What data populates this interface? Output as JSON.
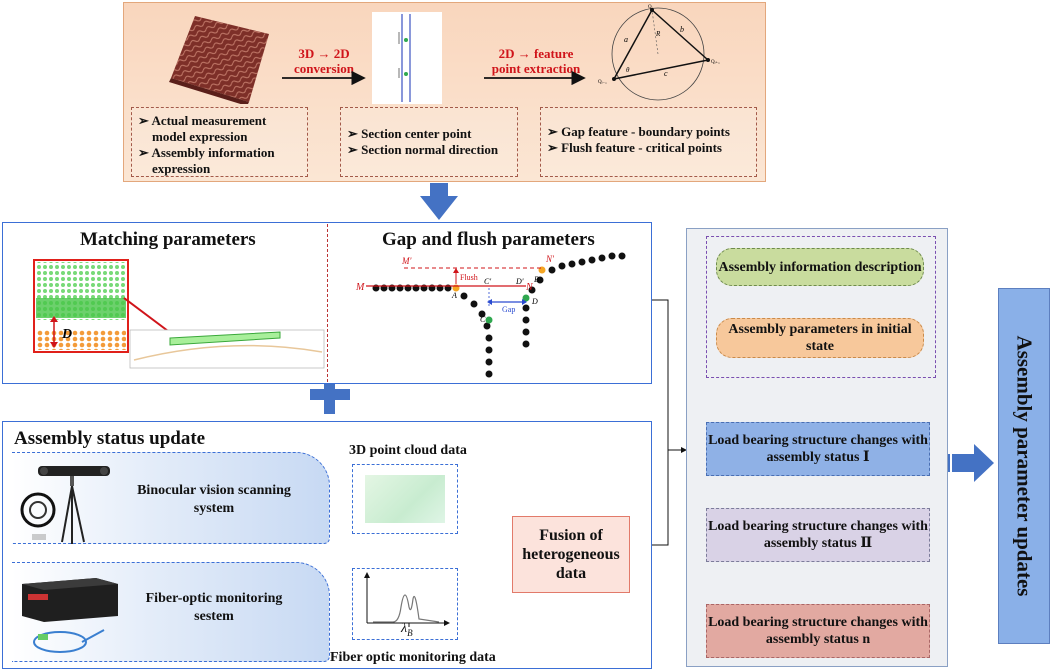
{
  "top": {
    "conv1": "3D → 2D conversion",
    "conv2": "2D → feature point extraction",
    "box1": [
      "Actual measurement model expression",
      "Assembly information expression"
    ],
    "box2": [
      "Section center point",
      "Section normal direction"
    ],
    "box3": [
      "Gap feature  - boundary points",
      "Flush feature - critical points"
    ],
    "triangle_labels": {
      "a": "a",
      "b": "b",
      "c": "c",
      "R": "R",
      "theta": "θ",
      "Qi": "Qᵢ",
      "Qip1": "Qᵢ₊₁",
      "Qim1": "Qᵢ₋₁"
    }
  },
  "matching": {
    "title": "Matching parameters",
    "D_label": "D"
  },
  "gapflush": {
    "title": "Gap and flush parameters",
    "labels": {
      "M_prime": "M'",
      "N_prime": "N'",
      "M": "M",
      "N": "N",
      "A": "A",
      "B": "B",
      "C": "C",
      "C_prime": "C'",
      "D": "D",
      "D_prime": "D'",
      "flush": "Flush",
      "gap": "Gap"
    }
  },
  "status": {
    "title": "Assembly status update",
    "binocular": "Binocular vision scanning system",
    "fiber": "Fiber-optic monitoring sestem",
    "cloud_title": "3D point cloud data",
    "fiber_data_title": "Fiber optic monitoring data",
    "lambda": "λ",
    "lambda_sub": "B",
    "fusion": "Fusion of heterogeneous data"
  },
  "right": {
    "info": "Assembly information description",
    "initial": "Assembly parameters in initial state",
    "load1": "Load bearing structure changes with assembly status Ⅰ",
    "load2": "Load bearing structure changes with assembly status Ⅱ",
    "loadn": "Load bearing structure changes with assembly status n",
    "updates": "Assembly parameter updates"
  },
  "colors": {
    "accent_blue": "#3b6fd6",
    "arrow_blue": "#4472c4",
    "red": "#d0141a",
    "green_box": "#c9dc9e",
    "orange_box": "#f7c89b",
    "blue_box": "#8fb1e6",
    "lavender_box": "#d9d2e6",
    "pink_box": "#e2a9a1"
  }
}
